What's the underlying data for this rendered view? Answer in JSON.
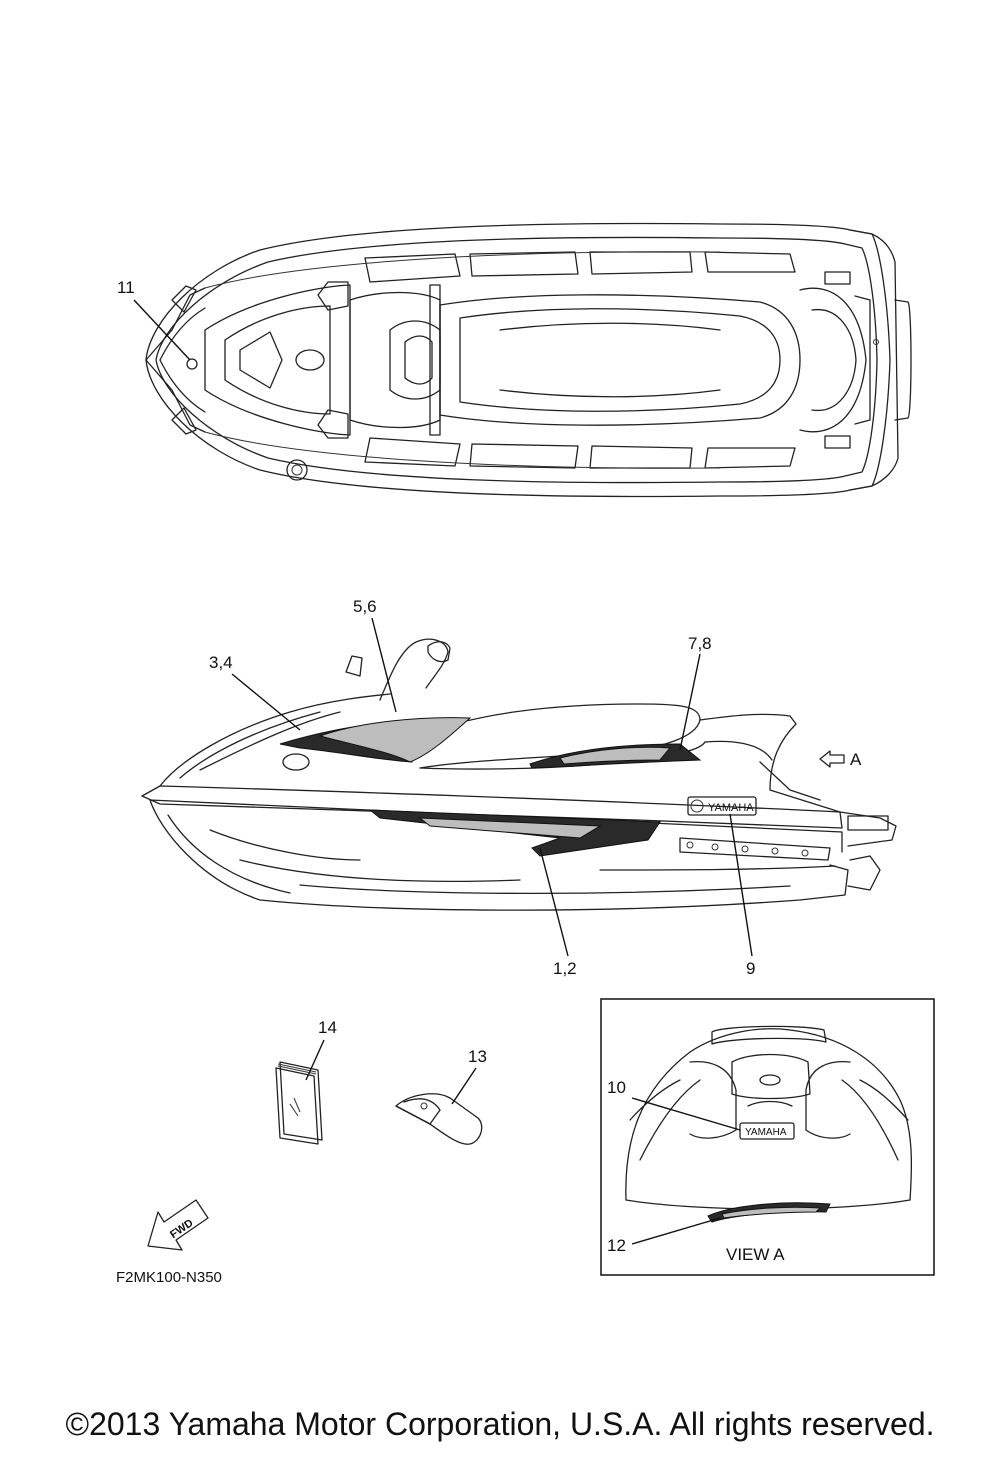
{
  "diagram": {
    "code": "F2MK100-N350",
    "view_label": "VIEW A",
    "view_arrow_label": "A",
    "fwd_label": "FWD",
    "decal_brand": "YAMAHA",
    "callouts": {
      "c1_2": "1,2",
      "c3_4": "3,4",
      "c5_6": "5,6",
      "c7_8": "7,8",
      "c9": "9",
      "c10": "10",
      "c11": "11",
      "c12": "12",
      "c13": "13",
      "c14": "14"
    }
  },
  "copyright": "©2013 Yamaha Motor Corporation, U.S.A. All rights reserved."
}
